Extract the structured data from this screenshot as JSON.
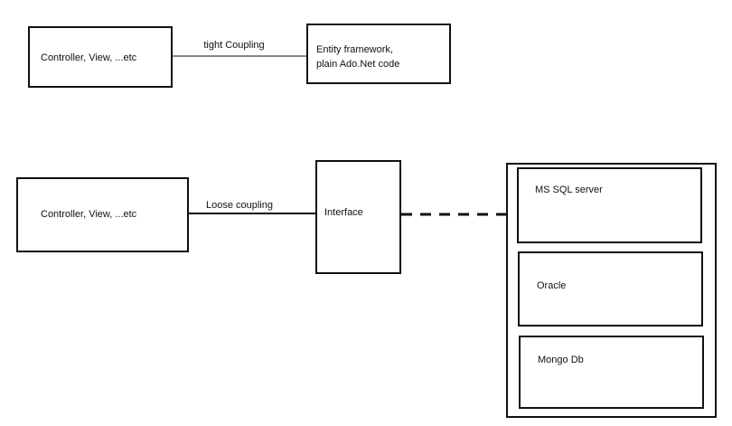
{
  "tight_diagram": {
    "consumer_label": "Controller, View, ...etc",
    "link_label": "tight Coupling",
    "provider_line1": "Entity framework,",
    "provider_line2": "plain Ado.Net code"
  },
  "loose_diagram": {
    "consumer_label": "Controller, View, ...etc",
    "link_label": "Loose coupling",
    "interface_label": "Interface",
    "datastores": [
      "MS SQL server",
      "Oracle",
      "Mongo Db"
    ]
  }
}
